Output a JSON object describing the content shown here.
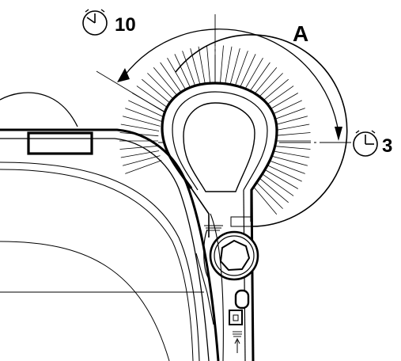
{
  "diagram": {
    "rotation_label": "A",
    "position_start": {
      "text": "10",
      "icon": "clock-10-icon"
    },
    "position_end": {
      "text": "3",
      "icon": "clock-3-icon"
    },
    "colors": {
      "line": "#000000",
      "background": "#ffffff"
    }
  }
}
